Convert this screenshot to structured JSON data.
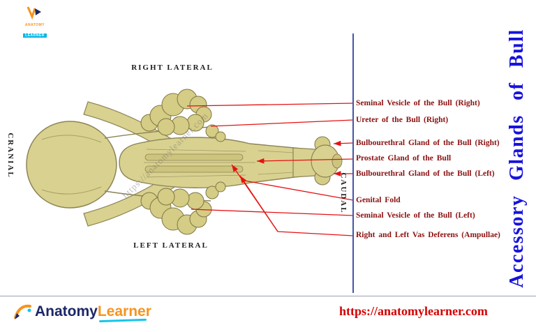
{
  "meta": {
    "title": "Accessory Glands of Bull"
  },
  "colors": {
    "annotation_text": "#8b1111",
    "leader_line": "#e51212",
    "divider_blue": "#4356a8",
    "side_title_blue": "#1712dd",
    "url_red": "#d40000",
    "brand_navy": "#1b2766",
    "brand_orange": "#f7941d",
    "brand_cyan": "#18c5ea",
    "anatomy_khaki": "#d9d18f"
  },
  "logo_top": {
    "line1": "ANATOMY",
    "line2": "LEARNER"
  },
  "orientation": {
    "right_lateral": "RIGHT LATERAL",
    "left_lateral": "LEFT LATERAL",
    "cranial": "CRANIAL",
    "caudal": "CAUDAL"
  },
  "watermark": "https://anatomylearner.com",
  "side_title": "Accessory Glands of Bull",
  "labels": [
    "Seminal Vesicle of the Bull (Right)",
    "Ureter of the Bull (Right)",
    "Bulbourethral Gland of the Bull (Right)",
    "Prostate Gland of the Bull",
    "Bulbourethral Gland of the Bull (Left)",
    "Genital Fold",
    "Seminal Vesicle of the Bull (Left)",
    "Right and Left Vas Deferens (Ampullae)"
  ],
  "footer": {
    "brand_first": "Anatomy",
    "brand_second": "Learner",
    "url": "https://anatomylearner.com"
  }
}
